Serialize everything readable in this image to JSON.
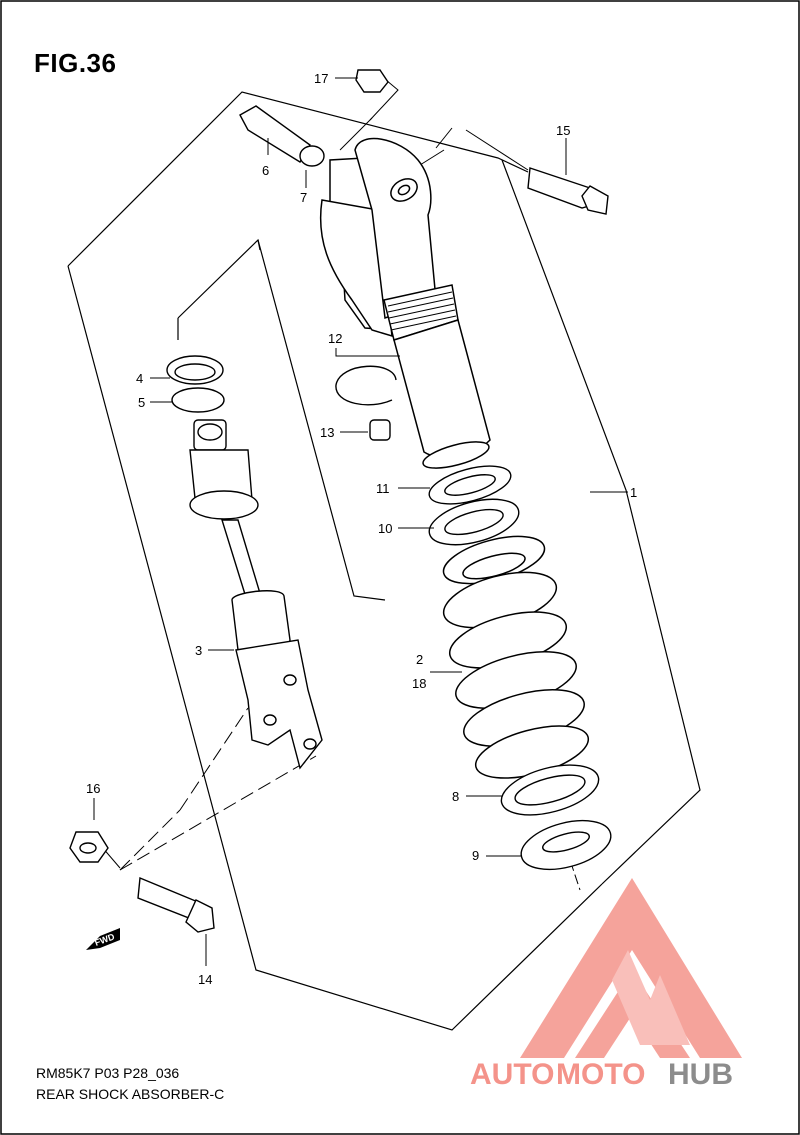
{
  "figure": {
    "title": "FIG.36",
    "model_code": "RM85K7 P03 P28_036",
    "part_name": "REAR SHOCK ABSORBER-C"
  },
  "callouts": [
    "1",
    "2",
    "3",
    "4",
    "5",
    "6",
    "7",
    "8",
    "9",
    "10",
    "11",
    "12",
    "13",
    "14",
    "15",
    "16",
    "17",
    "18"
  ],
  "fwd_label": "FWD",
  "watermark": {
    "part1": "AUTO",
    "part2": "MOTO",
    "part3": "HUB",
    "color_main": "#f4938a",
    "color_hub": "#8c8c8c"
  }
}
